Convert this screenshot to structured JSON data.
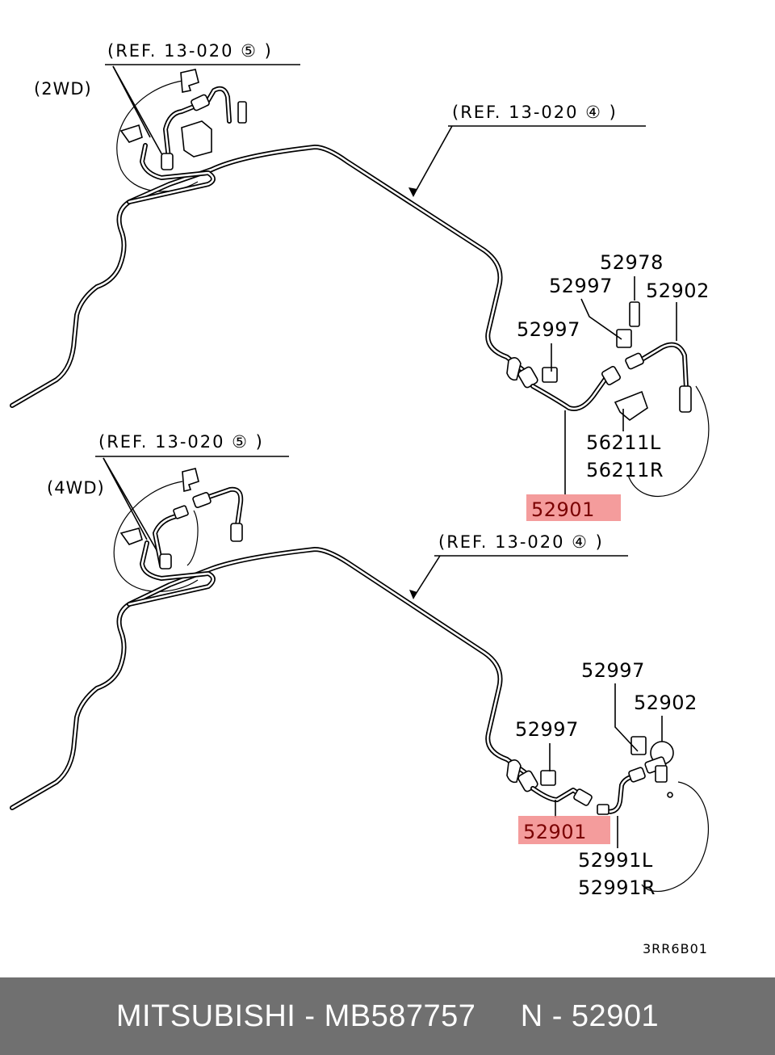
{
  "diagram": {
    "top": {
      "variant": "(2WD)",
      "ref_a": "(REF. 13-020 ⑤ )",
      "ref_b": "(REF. 13-020 ④ )",
      "parts": [
        "52978",
        "52997",
        "52902",
        "52997",
        "56211L",
        "56211R"
      ],
      "highlight": "52901"
    },
    "bottom": {
      "variant": "(4WD)",
      "ref_a": "(REF. 13-020 ⑤ )",
      "ref_b": "(REF. 13-020 ④ )",
      "parts": [
        "52997",
        "52902",
        "52997",
        "52991L",
        "52991R"
      ],
      "highlight": "52901"
    },
    "code": "3RR6B01",
    "highlight_color": "#f28b8b"
  },
  "footer": {
    "label": "MITSUBISHI - MB587757     N - 52901",
    "background": "#707070"
  }
}
